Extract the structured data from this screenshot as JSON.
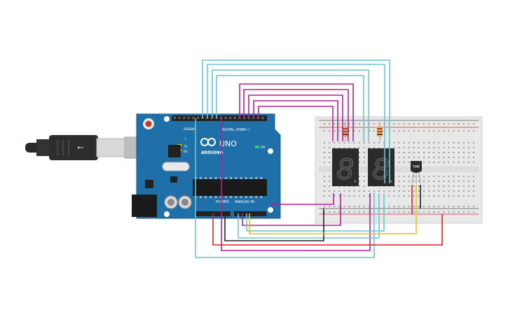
{
  "board": {
    "logo": "ARDUINO",
    "model": "UNO",
    "digital_label": "DIGITAL (PWM~)",
    "power_label": "POWER",
    "analog_label": "ANALOG IN",
    "on_label": "ON",
    "tx_label": "TX",
    "rx_label": "RX",
    "l_label": "L",
    "aref_label": "AREF",
    "gnd_label": "GND"
  },
  "sensor": {
    "label": "TMP"
  },
  "displays": [
    {
      "name": "left-seven-segment",
      "digit": "8"
    },
    {
      "name": "right-seven-segment",
      "digit": "8"
    }
  ],
  "colors": {
    "board": "#1f6fa8",
    "breadboard": "#e8e8e8",
    "wire_cyan": "#6cc5cf",
    "wire_magenta": "#b5218f",
    "wire_red": "#d8232a",
    "wire_black": "#222222",
    "wire_yellow": "#e7c21a"
  }
}
